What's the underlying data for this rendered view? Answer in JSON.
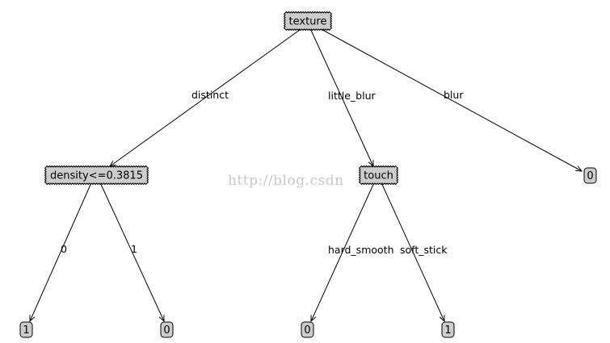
{
  "colors": {
    "node_fill": "#cccccc",
    "stroke": "#000000",
    "watermark": "#c8c8c8"
  },
  "watermark": "http://blog.csdn",
  "nodes": {
    "root": {
      "label": "texture"
    },
    "density": {
      "label": "density<=0.3815"
    },
    "touch": {
      "label": "touch"
    },
    "leaf_blur": {
      "label": "0"
    },
    "leaf_d0": {
      "label": "1"
    },
    "leaf_d1": {
      "label": "0"
    },
    "leaf_hard": {
      "label": "0"
    },
    "leaf_soft": {
      "label": "1"
    }
  },
  "edges": {
    "distinct": "distinct",
    "little_blur": "little_blur",
    "blur": "blur",
    "d0": "0",
    "d1": "1",
    "hard_smooth": "hard_smooth",
    "soft_stick": "soft_stick"
  }
}
